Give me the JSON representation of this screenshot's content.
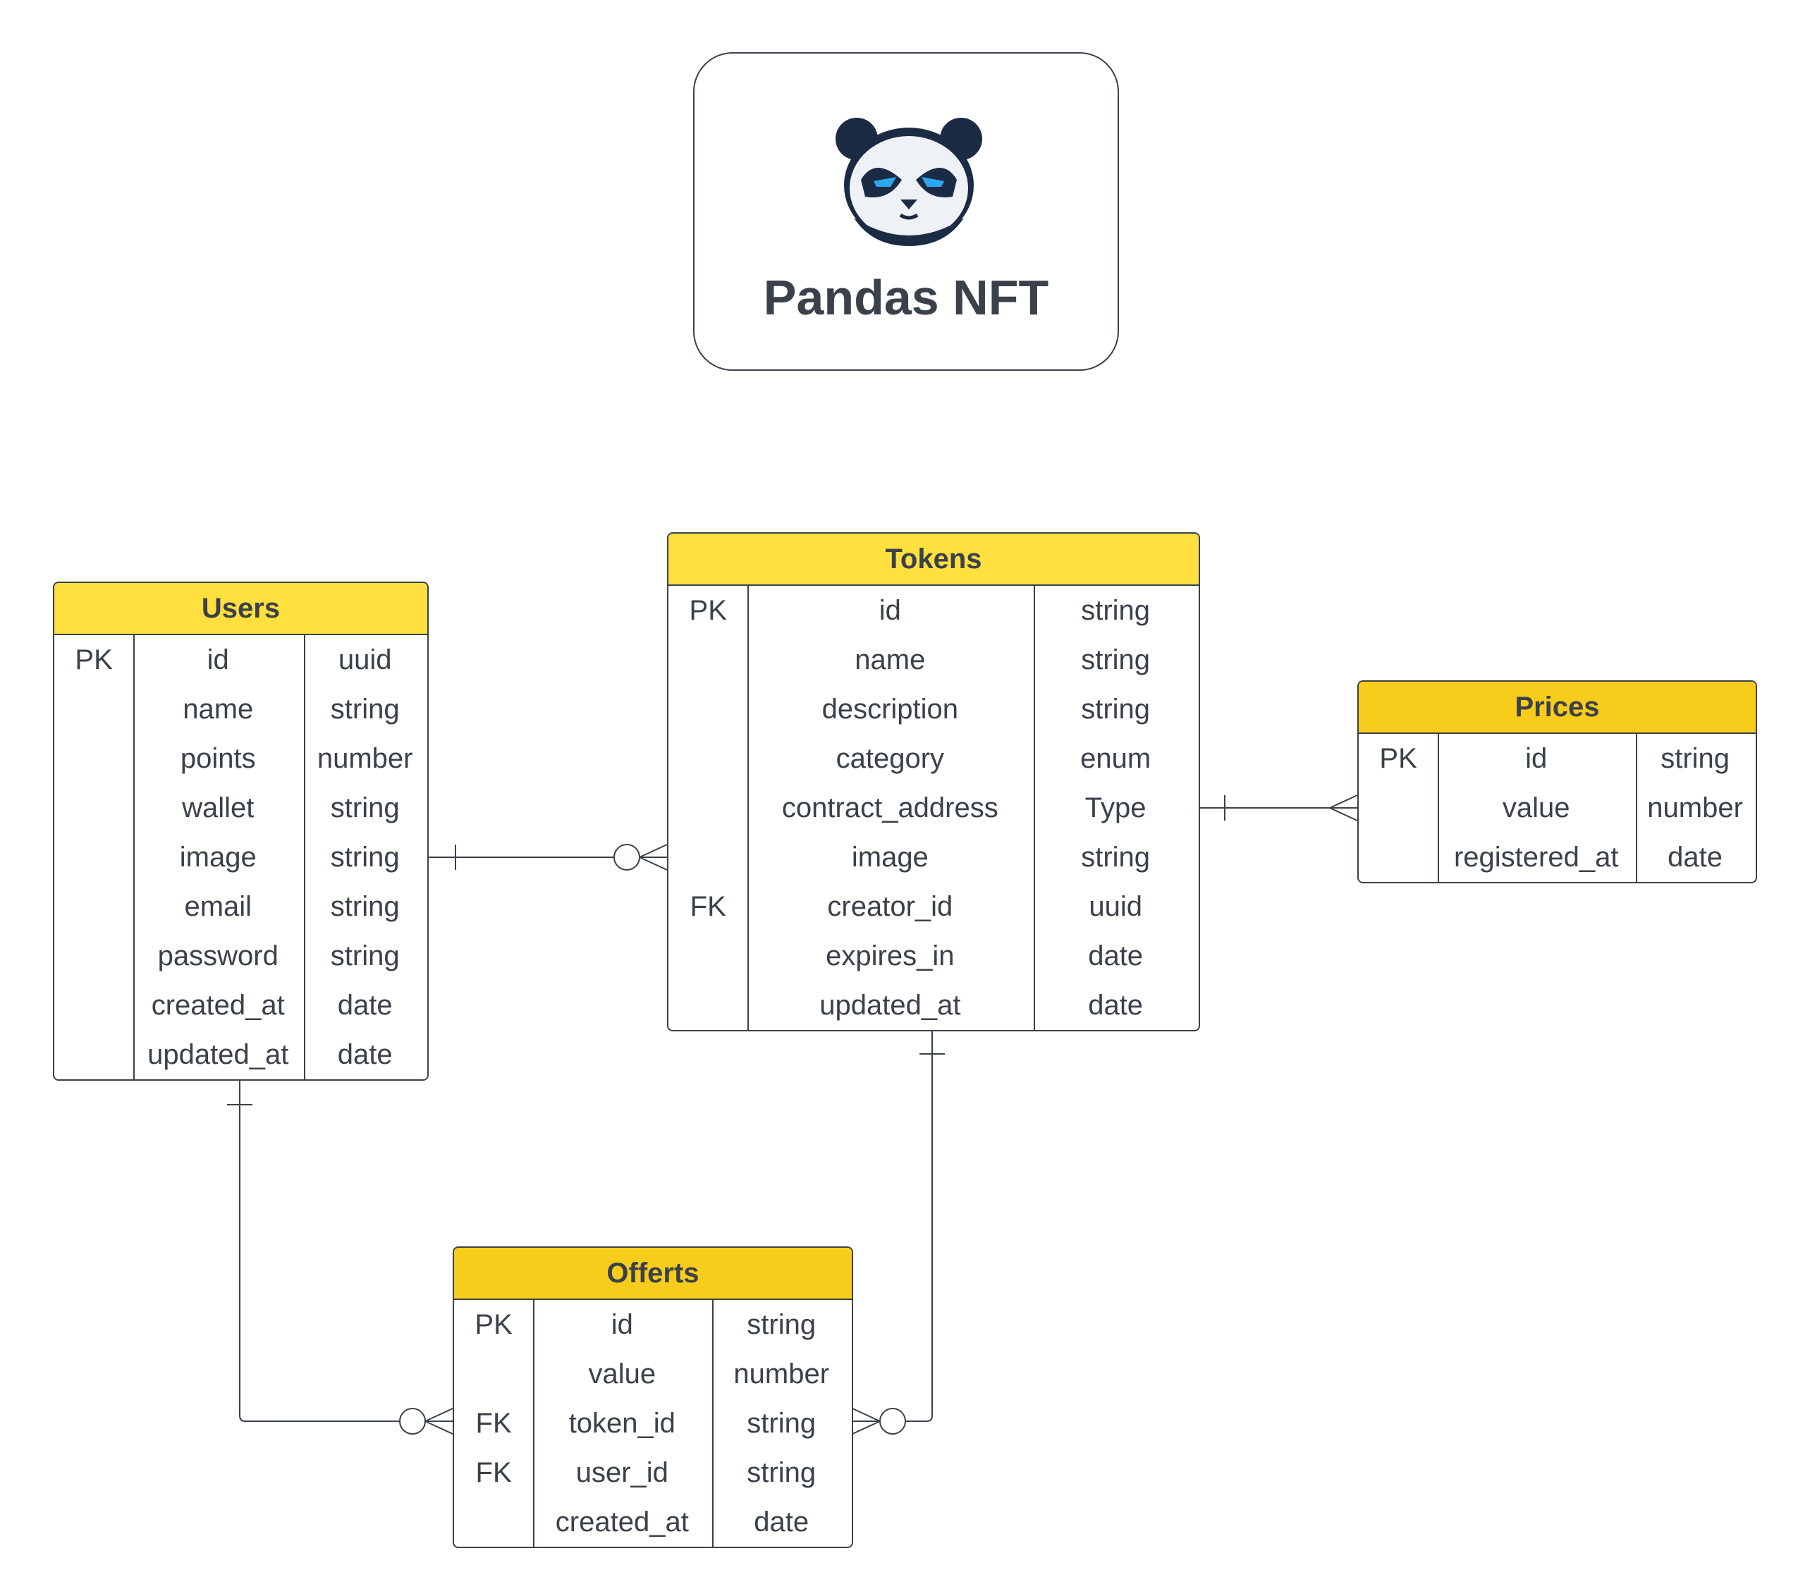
{
  "title": "Pandas NFT",
  "logo": {
    "icon": "panda-mascot-icon"
  },
  "colors": {
    "header_bright": "#FFE03F",
    "header_dark": "#F8CC1B",
    "stroke": "#3A414A"
  },
  "entities": {
    "users": {
      "name": "Users",
      "rows": [
        {
          "key": "PK",
          "field": "id",
          "type": "uuid"
        },
        {
          "key": "",
          "field": "name",
          "type": "string"
        },
        {
          "key": "",
          "field": "points",
          "type": "number"
        },
        {
          "key": "",
          "field": "wallet",
          "type": "string"
        },
        {
          "key": "",
          "field": "image",
          "type": "string"
        },
        {
          "key": "",
          "field": "email",
          "type": "string"
        },
        {
          "key": "",
          "field": "password",
          "type": "string"
        },
        {
          "key": "",
          "field": "created_at",
          "type": "date"
        },
        {
          "key": "",
          "field": "updated_at",
          "type": "date"
        }
      ]
    },
    "tokens": {
      "name": "Tokens",
      "rows": [
        {
          "key": "PK",
          "field": "id",
          "type": "string"
        },
        {
          "key": "",
          "field": "name",
          "type": "string"
        },
        {
          "key": "",
          "field": "description",
          "type": "string"
        },
        {
          "key": "",
          "field": "category",
          "type": "enum"
        },
        {
          "key": "",
          "field": "contract_address",
          "type": "Type"
        },
        {
          "key": "",
          "field": "image",
          "type": "string"
        },
        {
          "key": "FK",
          "field": "creator_id",
          "type": "uuid"
        },
        {
          "key": "",
          "field": "expires_in",
          "type": "date"
        },
        {
          "key": "",
          "field": "updated_at",
          "type": "date"
        }
      ]
    },
    "prices": {
      "name": "Prices",
      "rows": [
        {
          "key": "PK",
          "field": "id",
          "type": "string"
        },
        {
          "key": "",
          "field": "value",
          "type": "number"
        },
        {
          "key": "",
          "field": "registered_at",
          "type": "date"
        }
      ]
    },
    "offerts": {
      "name": "Offerts",
      "rows": [
        {
          "key": "PK",
          "field": "id",
          "type": "string"
        },
        {
          "key": "",
          "field": "value",
          "type": "number"
        },
        {
          "key": "FK",
          "field": "token_id",
          "type": "string"
        },
        {
          "key": "FK",
          "field": "user_id",
          "type": "string"
        },
        {
          "key": "",
          "field": "created_at",
          "type": "date"
        }
      ]
    }
  },
  "relationships": [
    {
      "from": "Users",
      "to": "Tokens",
      "from_end": "one",
      "to_end": "zero-or-many"
    },
    {
      "from": "Tokens",
      "to": "Prices",
      "from_end": "one",
      "to_end": "many"
    },
    {
      "from": "Users",
      "to": "Offerts",
      "from_end": "one",
      "to_end": "zero-or-many"
    },
    {
      "from": "Tokens",
      "to": "Offerts",
      "from_end": "one",
      "to_end": "zero-or-many"
    }
  ]
}
